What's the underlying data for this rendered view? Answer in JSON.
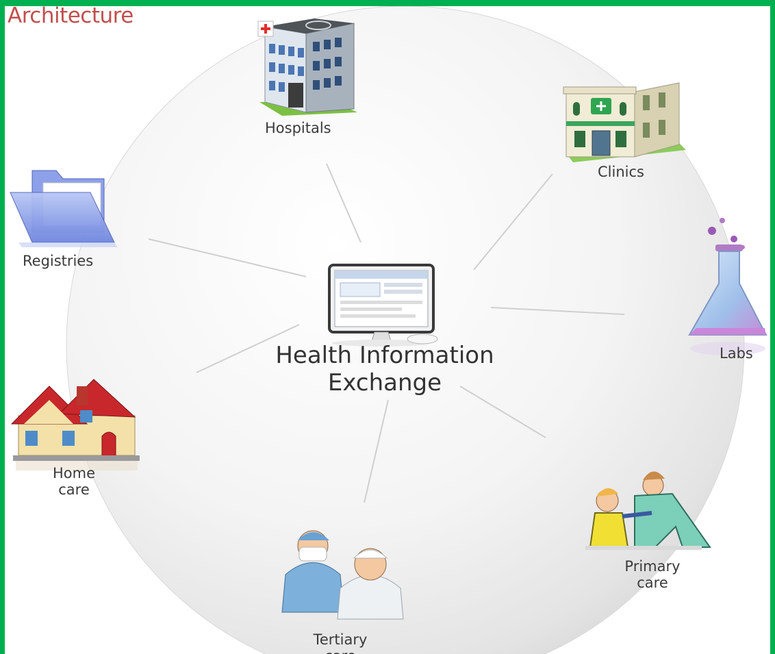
{
  "title": "Architecture",
  "center": {
    "line1": "Health Information",
    "line2": "Exchange"
  },
  "nodes": {
    "hospitals": {
      "label": "Hospitals"
    },
    "clinics": {
      "label": "Clinics"
    },
    "registries": {
      "label": "Registries"
    },
    "labs": {
      "label": "Labs"
    },
    "home_care": {
      "line1": "Home",
      "line2": "care"
    },
    "primary_care": {
      "line1": "Primary",
      "line2": "care"
    },
    "tertiary_care": {
      "line1": "Tertiary",
      "line2": "care"
    }
  },
  "colors": {
    "frame": "#00b050",
    "title": "#c0504d",
    "background": "#ffffff"
  }
}
